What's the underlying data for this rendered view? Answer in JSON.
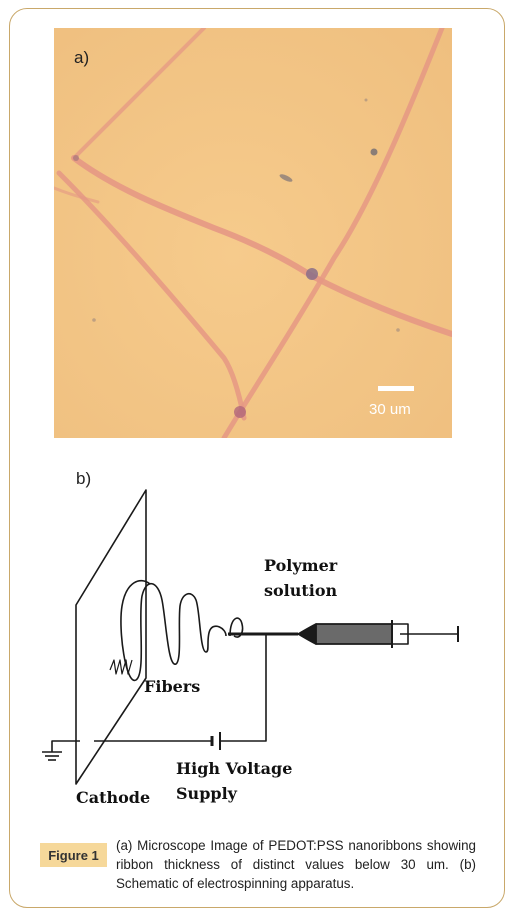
{
  "panel_a": {
    "label": "a)",
    "scale_label": "30 um"
  },
  "panel_b": {
    "label": "b)",
    "labels": {
      "polymer_line1": "Polymer",
      "polymer_line2": "solution",
      "fibers": "Fibers",
      "high_voltage_line1": "High Voltage",
      "high_voltage_line2": "Supply",
      "cathode": "Cathode"
    }
  },
  "caption": {
    "badge": "Figure 1",
    "text": "(a) Microscope Image of PEDOT:PSS nanoribbons showing ribbon thickness of distinct values below 30 um. (b) Schematic of electrospinning apparatus."
  },
  "colors": {
    "frame_border": "#c9a86a",
    "badge_bg": "#f6d89a",
    "micrograph_bg": "#f3c584",
    "ribbon": "#e79a86"
  }
}
